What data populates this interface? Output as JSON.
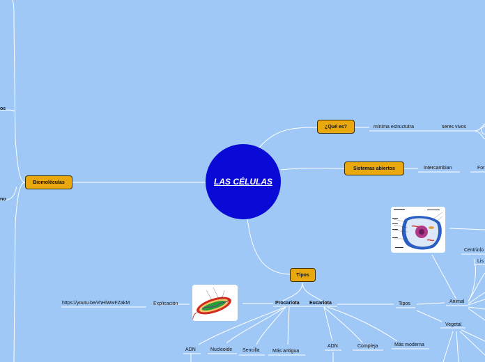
{
  "center": {
    "title": "LAS CÉLULAS"
  },
  "topics": {
    "que_es": "¿Qué es?",
    "sistemas": "Sistemas abiertos",
    "biomoleculas": "Biomoléculas",
    "tipos": "Tipos"
  },
  "labels": {
    "minima": "mínima estructutra",
    "seres_vivos": "seres vivos",
    "intercambian": "Intercambian",
    "fo": "For",
    "os": "os",
    "no": "no",
    "procariota": "Procariota",
    "eucariota": "Eucariota",
    "explicacion": "Explicación",
    "link": "https://youtu.be/vhHlWwFZakM",
    "adn_pro": "ADN",
    "nucleoide": "Nucleoide",
    "sencilla": "Sencilla",
    "mas_antigua": "Más antigua",
    "adn_euc": "ADN",
    "compleja": "Compleja",
    "mas_moderna": "Más moderna",
    "tipos_euc": "Tipos",
    "animal": "Animal",
    "vegetal": "Vegetal",
    "centriolo": "Centriolo",
    "lis": "Lis"
  },
  "colors": {
    "background": "#9fc8f6",
    "center": "#0a0ad6",
    "topic": "#e9a80d",
    "line": "#ffffff"
  }
}
